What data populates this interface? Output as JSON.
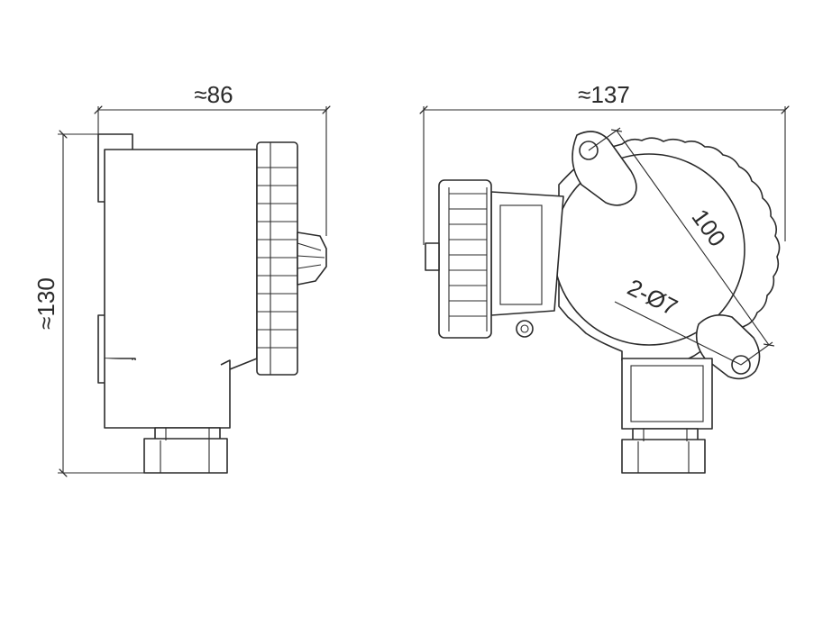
{
  "dimensions": {
    "side_width": "≈86",
    "height": "≈130",
    "front_width": "≈137",
    "hole_spacing": "100",
    "hole_spec": "2-Ø7"
  },
  "colors": {
    "line": "#2b2b2b",
    "background": "#ffffff"
  }
}
